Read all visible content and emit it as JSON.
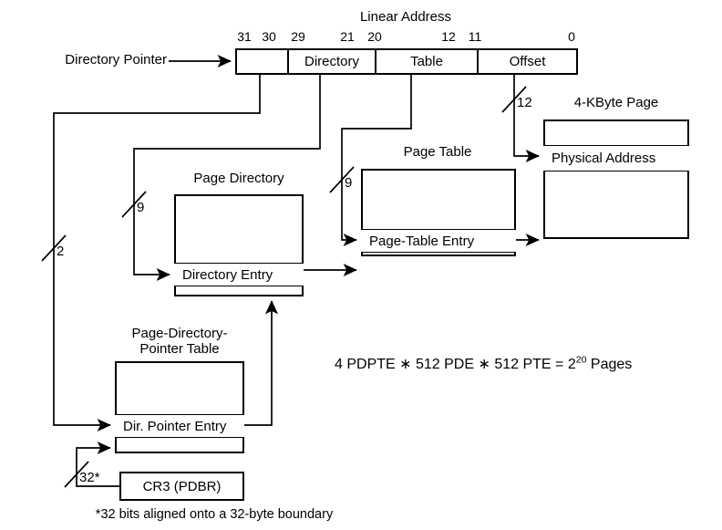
{
  "figure": {
    "title": "Linear Address",
    "formula_prefix": "4 PDPTE ",
    "formula_op1": "∗",
    "formula_mid1": " 512 PDE ",
    "formula_op2": "∗",
    "formula_mid2": " 512 PTE = 2",
    "formula_exp": "20",
    "formula_suffix": " Pages",
    "footnote": "*32 bits aligned onto a 32-byte boundary"
  },
  "linear_address": {
    "label": "Linear Address",
    "pointer_label": "Directory Pointer",
    "bits": [
      {
        "name": "bit-31",
        "text": "31"
      },
      {
        "name": "bit-30",
        "text": "30"
      },
      {
        "name": "bit-29",
        "text": "29"
      },
      {
        "name": "bit-21",
        "text": "21"
      },
      {
        "name": "bit-20",
        "text": "20"
      },
      {
        "name": "bit-12",
        "text": "12"
      },
      {
        "name": "bit-11",
        "text": "11"
      },
      {
        "name": "bit-0",
        "text": "0"
      }
    ],
    "fields": [
      {
        "name": "dir-pointer-field",
        "text": ""
      },
      {
        "name": "directory-field",
        "text": "Directory"
      },
      {
        "name": "table-field",
        "text": "Table"
      },
      {
        "name": "offset-field",
        "text": "Offset"
      }
    ]
  },
  "widths": [
    {
      "name": "width-2",
      "text": "2"
    },
    {
      "name": "width-9-directory",
      "text": "9"
    },
    {
      "name": "width-9-table",
      "text": "9"
    },
    {
      "name": "width-12-offset",
      "text": "12"
    },
    {
      "name": "width-32-cr3",
      "text": "32*"
    }
  ],
  "structures": {
    "page_directory": {
      "title": "Page Directory",
      "entry": "Directory Entry"
    },
    "page_table": {
      "title": "Page Table",
      "entry": "Page-Table Entry"
    },
    "page_frame": {
      "title": "4-KByte Page",
      "entry": "Physical Address"
    },
    "pdpt": {
      "title_line1": "Page-Directory-",
      "title_line2": "Pointer Table",
      "entry": "Dir. Pointer Entry"
    },
    "cr3": {
      "label": "CR3 (PDBR)"
    }
  },
  "colors": {
    "stroke": "#000000",
    "background": "#ffffff",
    "text": "#000000"
  }
}
